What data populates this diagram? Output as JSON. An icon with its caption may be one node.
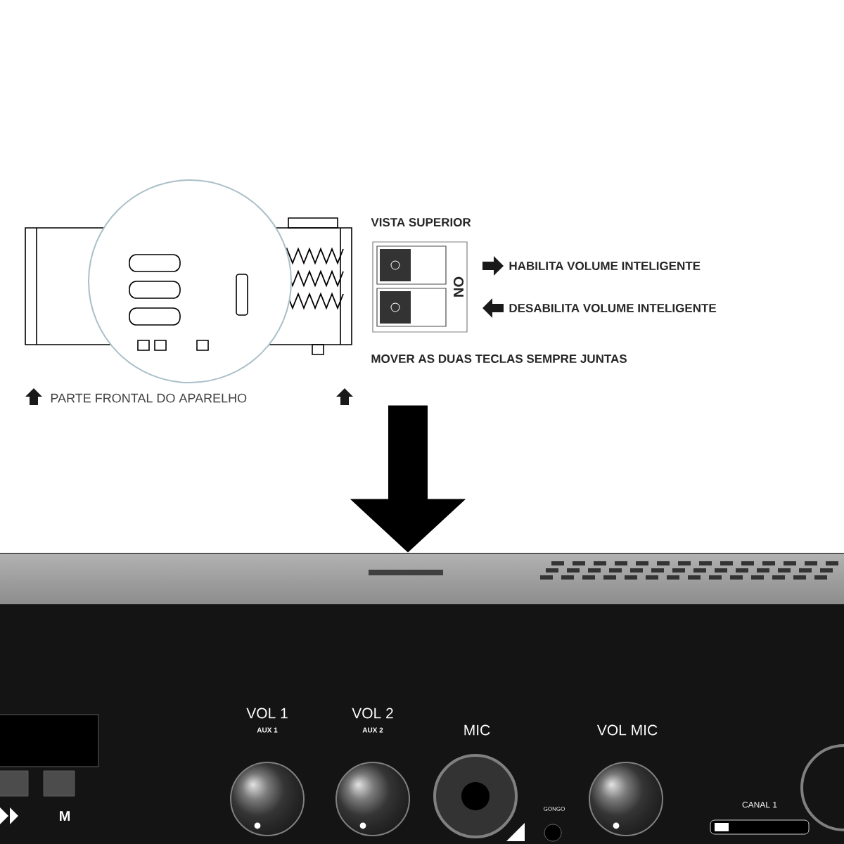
{
  "diagram": {
    "nodes": [
      {
        "text": [],
        "shape": "picture",
        "beside": [
          "PARTE FRONTAL DO APARELHO"
        ]
      },
      {
        "text": [],
        "shape": "picture"
      }
    ],
    "edges": [
      {
        "from": 0,
        "to": 1,
        "arrow": "to"
      }
    ],
    "labels": [
      "VISTA SUPERIOR",
      "ON",
      "HABILITA VOLUME INTELIGENTE",
      "DESABILITA VOLUME INTELIGENTE",
      "MOVER AS DUAS TECLAS SEMPRE JUNTAS",
      "VOL 1",
      "AUX 1",
      "VOL 2",
      "AUX 2",
      "MIC",
      "VOL MIC",
      "GONGO",
      "CANAL 1",
      "M"
    ]
  }
}
